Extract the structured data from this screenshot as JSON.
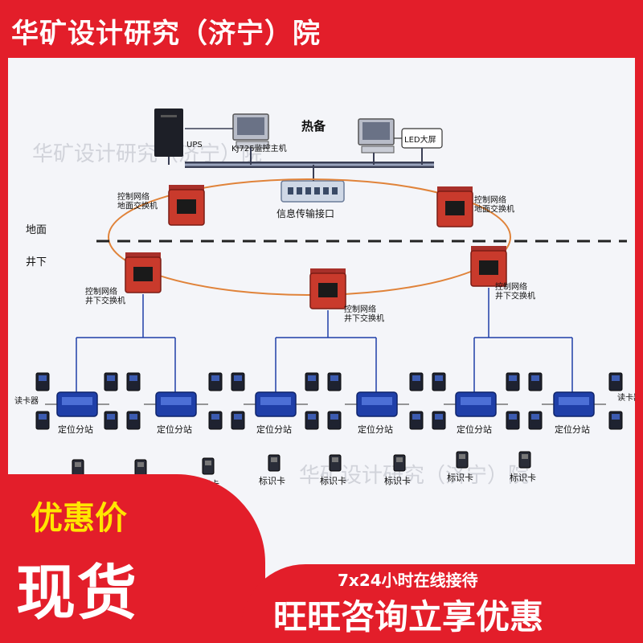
{
  "banner": {
    "title": "华矿设计研究（济宁）院"
  },
  "diagram": {
    "watermark": "华矿设计研究（济宁）院",
    "watermark_bottom": "华矿设计研究（济宁）院",
    "ups_label": "UPS",
    "monitor_host_label": "KJ725监控主机",
    "hot_standby_label": "热备",
    "led_screen_label": "LED大屏",
    "info_interface_label": "信息传输接口",
    "surface_label": "地面",
    "underground_label": "井下",
    "surface_switch_label": "控制网络\n地面交换机",
    "underground_switch_label": "控制网络\n井下交换机",
    "card_reader_label": "读卡器",
    "positioning_station_label": "定位分站",
    "id_card_label": "标识卡"
  },
  "promo": {
    "discount": "优惠价",
    "in_stock": "现货",
    "service_hours": "7x24小时在线接待",
    "consult": "旺旺咨询立享优惠"
  },
  "colors": {
    "brand_red": "#e31e2a",
    "highlight_yellow": "#ffe600",
    "switch_red": "#c93a2c",
    "station_blue": "#1f3fa8",
    "ring_orange": "#e0833a",
    "link_blue": "#1f3fa8"
  }
}
